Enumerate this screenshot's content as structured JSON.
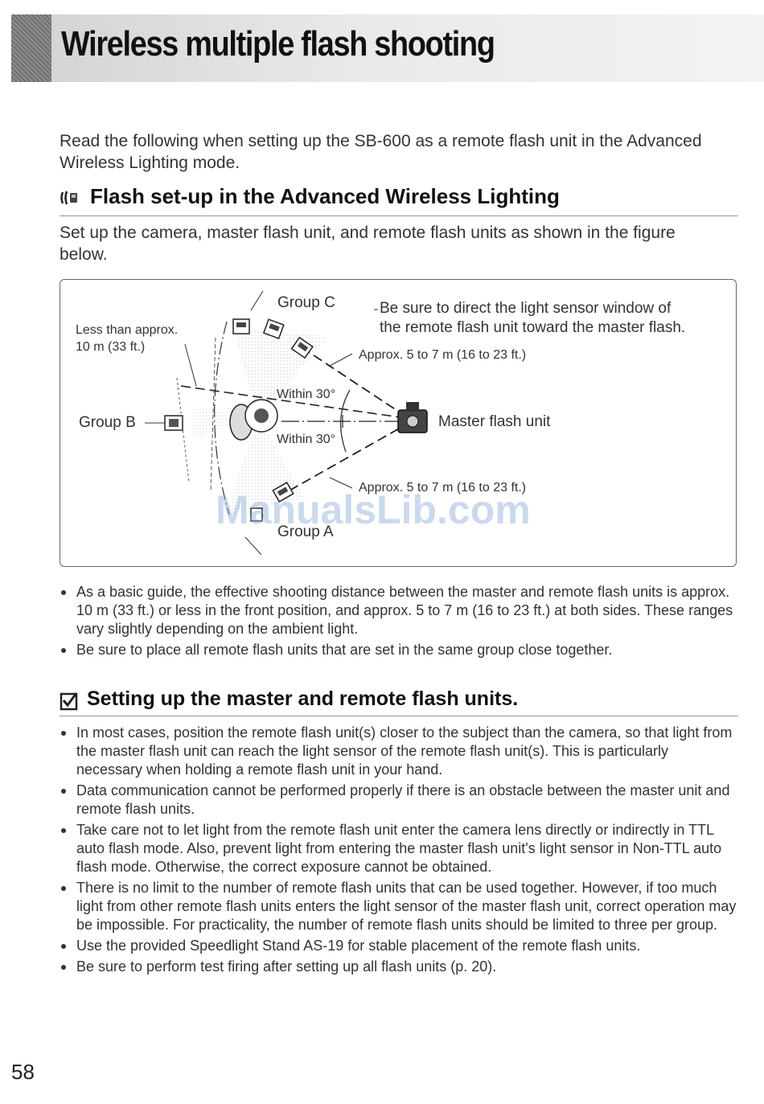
{
  "header": {
    "title": "Wireless multiple flash shooting"
  },
  "intro": "Read the following when setting up the SB-600 as a remote flash unit in the Advanced Wireless Lighting mode.",
  "section1": {
    "icon": "flash-pair-icon",
    "heading": "Flash set-up in the Advanced Wireless Lighting",
    "text": "Set up the camera, master flash unit, and remote flash units as shown in the figure below."
  },
  "figure": {
    "group_c": "Group C",
    "group_b": "Group B",
    "group_a": "Group A",
    "master": "Master flash unit",
    "less_than_1": "Less than approx.",
    "less_than_2": "10 m (33 ft.)",
    "note_1": "Be sure to direct the light sensor window of",
    "note_2": "the remote flash unit toward the master flash.",
    "approx_top": "Approx. 5 to 7 m (16 to 23 ft.)",
    "approx_bottom": "Approx. 5 to 7 m (16 to 23 ft.)",
    "within_top": "Within 30°",
    "within_bottom": "Within 30°"
  },
  "watermark": "ManualsLib.com",
  "bullets1": [
    "As a basic guide, the effective shooting distance between the master and remote flash units is approx. 10 m (33 ft.) or less in the front position, and approx. 5 to 7 m (16 to 23 ft.) at both sides. These ranges vary slightly depending on the ambient light.",
    "Be sure to place all remote flash units that are set in the same group close together."
  ],
  "section2": {
    "icon": "checkmark-box-icon",
    "heading": "Setting up the master and remote flash units."
  },
  "bullets2": [
    "In most cases, position the remote flash unit(s) closer to the subject than the camera, so that light from the master flash unit can reach the light sensor of the remote flash unit(s). This is particularly necessary when holding a remote flash unit in your hand.",
    "Data communication cannot be performed properly if there is an obstacle between the master unit and remote flash units.",
    "Take care not to let light from the remote flash unit enter the camera lens directly or indirectly in TTL auto flash mode. Also, prevent light from entering the master flash unit's light sensor in Non-TTL auto flash mode. Otherwise, the correct exposure cannot be obtained.",
    "There is no limit to the number of remote flash units that can be used together. However, if too much light from other remote flash units enters the light sensor of the master flash unit, correct operation may be impossible. For practicality, the number of remote flash units should be limited to three per group.",
    "Use the provided Speedlight Stand AS-19 for stable placement of the remote flash units.",
    "Be sure to perform test firing after setting up all flash units (p. 20)."
  ],
  "page_number": "58"
}
